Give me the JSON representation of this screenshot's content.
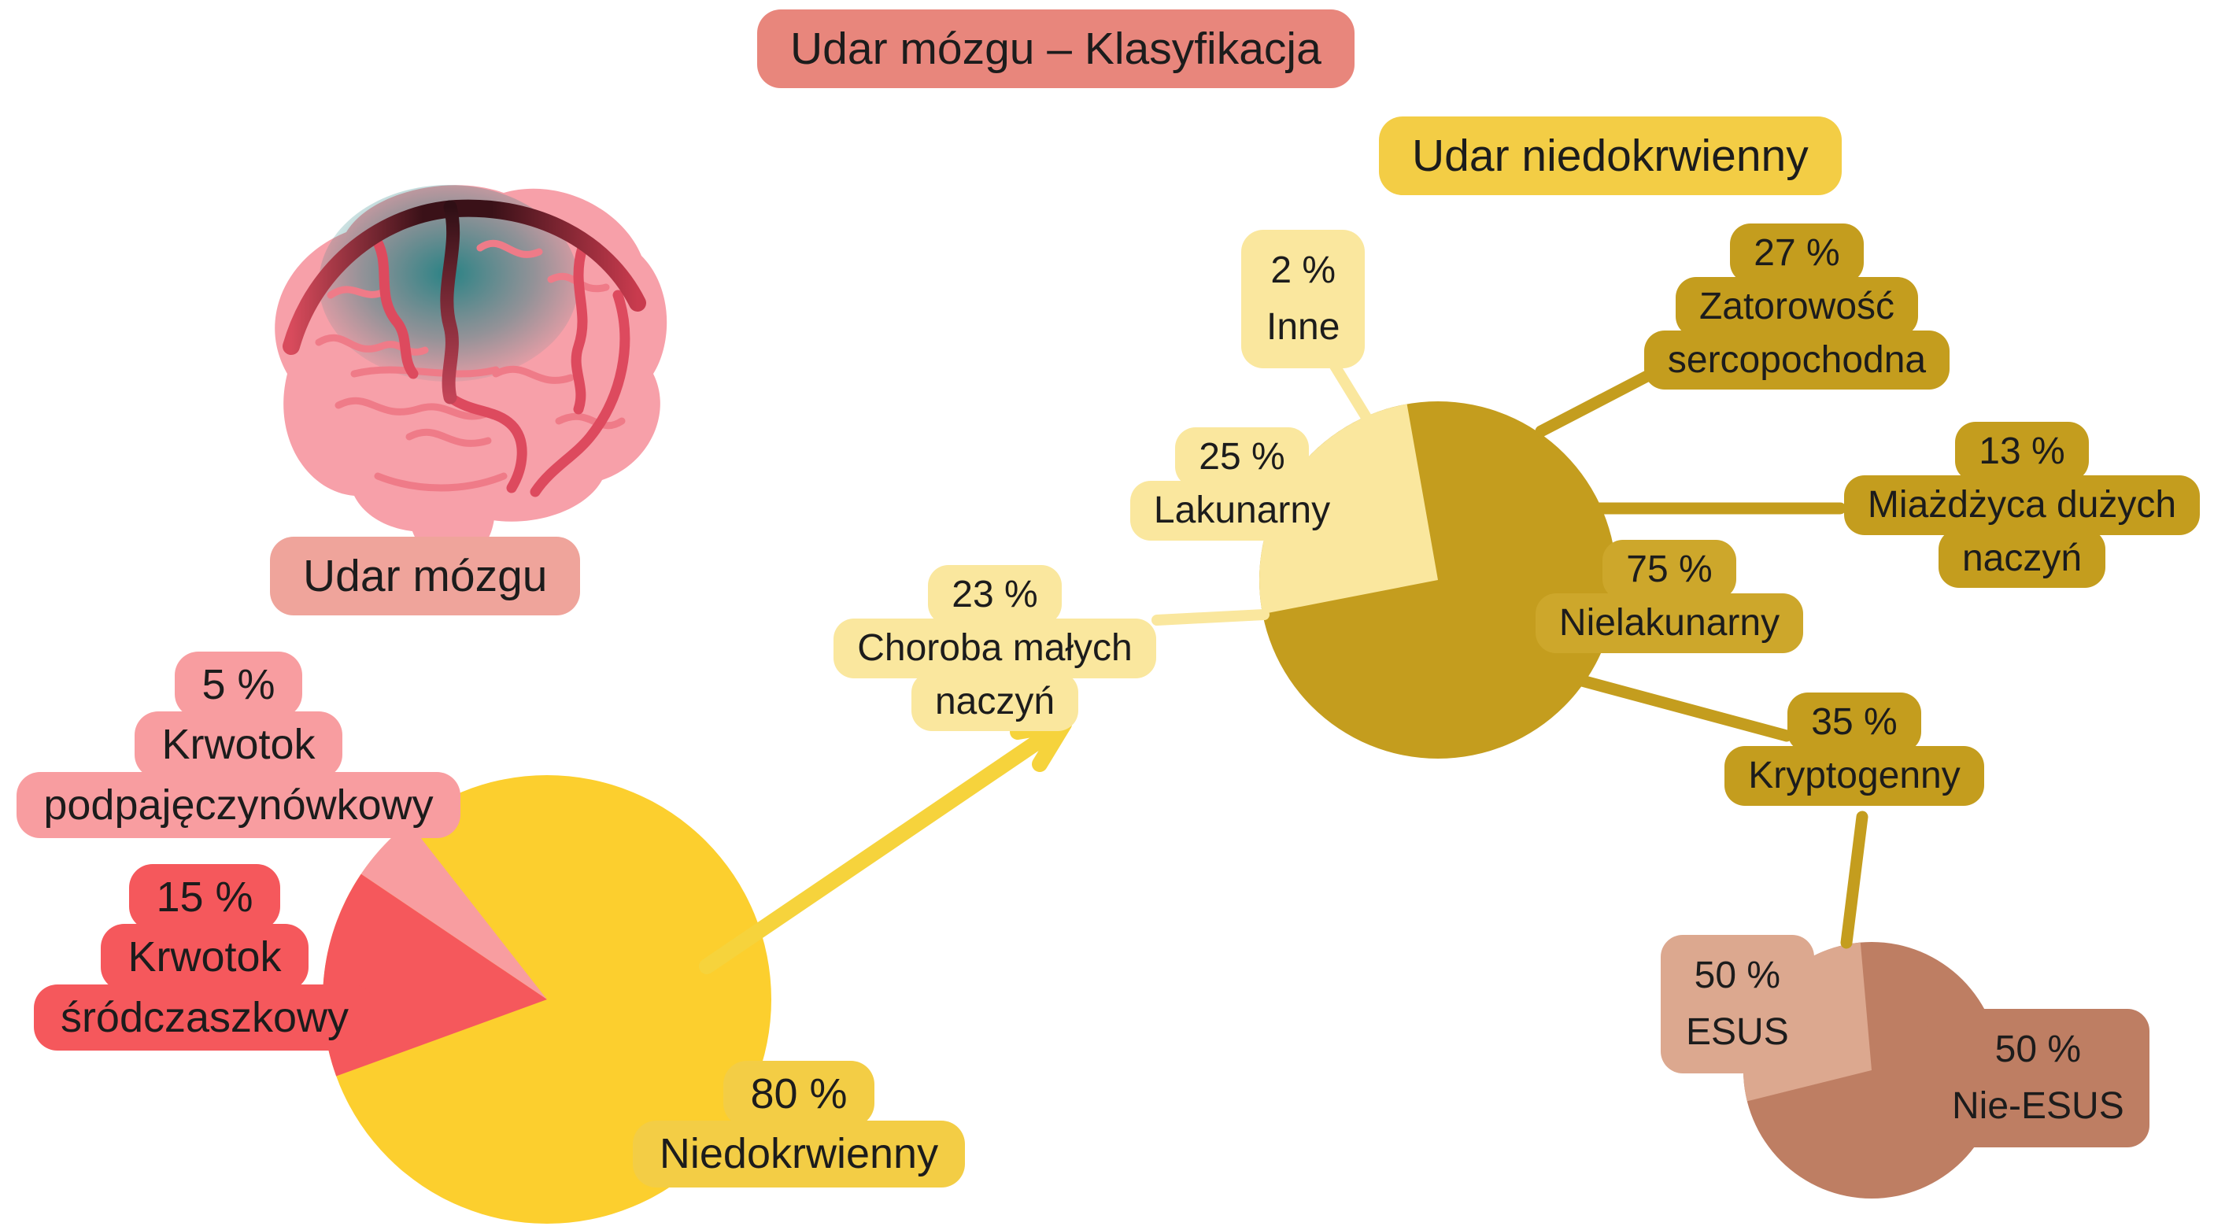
{
  "title": "Udar mózgu – Klasyfikacja",
  "subtitle": "Udar niedokrwienny",
  "brain_label": "Udar mózgu",
  "labels": {
    "l80": [
      "80 %",
      "Niedokrwienny"
    ],
    "l15": [
      "15 %",
      "Krwotok",
      "śródczaszkowy"
    ],
    "l5": [
      "5 %",
      "Krwotok",
      "podpajęczynówkowy"
    ],
    "l75": [
      "75 %",
      "Nielakunarny"
    ],
    "l25": [
      "25 %",
      "Lakunarny"
    ],
    "l2": [
      "2 %",
      "Inne"
    ],
    "l23": [
      "23 %",
      "Choroba małych",
      "naczyń"
    ],
    "l27": [
      "27 %",
      "Zatorowość",
      "sercopochodna"
    ],
    "l13": [
      "13 %",
      "Miażdżyca dużych",
      "naczyń"
    ],
    "l35": [
      "35 %",
      "Kryptogenny"
    ],
    "lesus": [
      "50 %",
      "ESUS"
    ],
    "lnieesus": [
      "50 %",
      "Nie-ESUS"
    ]
  },
  "colors": {
    "salmon": "#E8867C",
    "salmonlight": "#EFA49B",
    "pink": "#F89DA0",
    "red": "#F5585C",
    "yellow": "#FCCF2E",
    "yellowmut": "#F3CD45",
    "cream": "#FAE79E",
    "gold": "#C49D1E",
    "goldlight": "#CDA72B",
    "brown": "#BE7E63",
    "tan": "#DCA88F",
    "arrow": "#F6D33C",
    "ink": "#1C1C1C"
  },
  "chart_data": [
    {
      "type": "pie",
      "title": "Udar mózgu",
      "categories": [
        "Niedokrwienny",
        "Krwotok śródczaszkowy",
        "Krwotok podpajęczynówkowy"
      ],
      "values": [
        80,
        15,
        5
      ],
      "colors": [
        "#FCCF2E",
        "#F5585C",
        "#F89DA0"
      ],
      "legend_position": "labels-around-pie"
    },
    {
      "type": "pie",
      "title": "Udar niedokrwienny",
      "categories": [
        "Nielakunarny",
        "Lakunarny"
      ],
      "values": [
        75,
        25
      ],
      "colors": [
        "#C49D1E",
        "#FAE79E"
      ],
      "breakdown": {
        "Lakunarny": [
          {
            "label": "Choroba małych naczyń",
            "value": 23
          },
          {
            "label": "Inne",
            "value": 2
          }
        ],
        "Nielakunarny": [
          {
            "label": "Zatorowość sercopochodna",
            "value": 27
          },
          {
            "label": "Miażdżyca dużych naczyń",
            "value": 13
          },
          {
            "label": "Kryptogenny",
            "value": 35
          }
        ]
      },
      "legend_position": "labels-around-pie"
    },
    {
      "type": "pie",
      "title": "Kryptogenny",
      "categories": [
        "ESUS",
        "Nie-ESUS"
      ],
      "values": [
        50,
        50
      ],
      "colors": [
        "#DCA88F",
        "#BE7E63"
      ],
      "legend_position": "labels-around-pie"
    }
  ]
}
